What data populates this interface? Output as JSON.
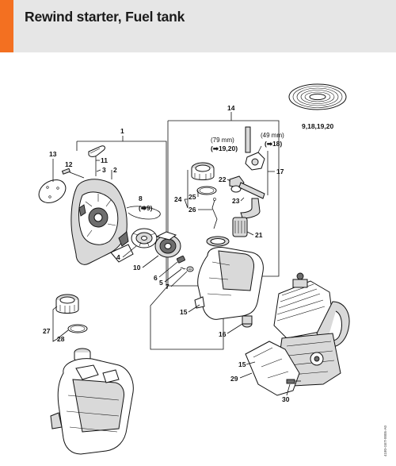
{
  "header": {
    "title": "Rewind starter, Fuel tank",
    "accent_color": "#f37021",
    "background_color": "#e6e6e6"
  },
  "callouts": {
    "c1": "1",
    "c2": "2",
    "c3": "3",
    "c4": "4",
    "c5": "5",
    "c6": "6",
    "c7": "7",
    "c8": "8",
    "c9": "(➡9)",
    "c10": "10",
    "c11": "11",
    "c12": "12",
    "c13": "13",
    "c14": "14",
    "c15a": "15",
    "c15b": "15",
    "c16": "16",
    "c17": "17",
    "c18": "(➡18)",
    "c19": "(➡19,20)",
    "c21": "21",
    "c22": "22",
    "c23": "23",
    "c24": "24",
    "c25": "25",
    "c26": "26",
    "c27": "27",
    "c28": "28",
    "c29": "29",
    "c30": "30",
    "c_gasket": "9,18,19,20"
  },
  "notes": {
    "length_79": "(79 mm)",
    "length_49": "(49 mm)"
  },
  "doc_code": "4180-GET-0005-A0"
}
